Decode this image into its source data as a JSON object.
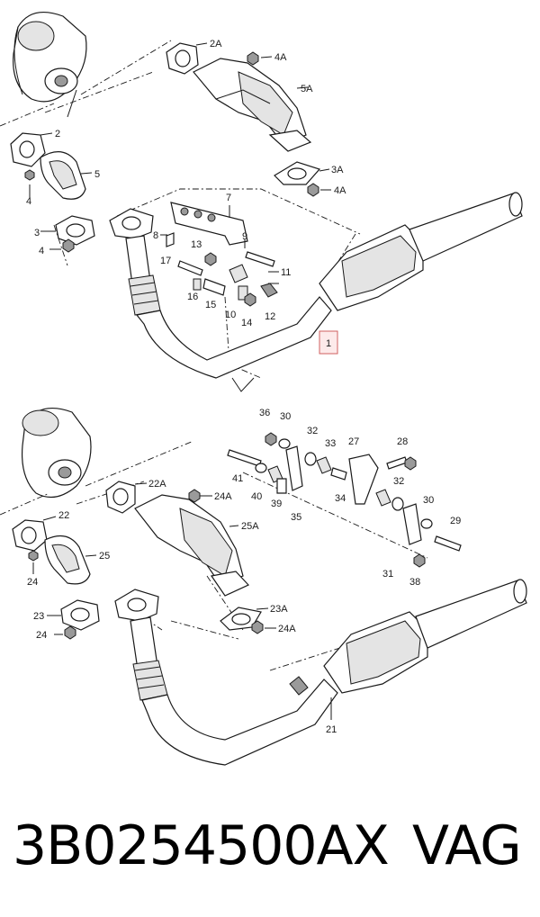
{
  "top_labels": {
    "l2A": "2A",
    "l4A_a": "4A",
    "l5A": "5A",
    "l2": "2",
    "l5": "5",
    "l4_a": "4",
    "l3A": "3A",
    "l4A_b": "4A",
    "l3": "3",
    "l4_b": "4",
    "l7": "7",
    "l8": "8",
    "l9": "9",
    "l13": "13",
    "l17": "17",
    "l16": "16",
    "l15": "15",
    "l10": "10",
    "l14": "14",
    "l11": "11",
    "l12": "12",
    "l1": "1"
  },
  "bottom_labels": {
    "l36": "36",
    "l30_a": "30",
    "l32_a": "32",
    "l33": "33",
    "l27": "27",
    "l28": "28",
    "l41": "41",
    "l40": "40",
    "l39": "39",
    "l34": "34",
    "l35": "35",
    "l32_b": "32",
    "l30_b": "30",
    "l29": "29",
    "l31": "31",
    "l38": "38",
    "l22A": "22A",
    "l24A_a": "24A",
    "l22": "22",
    "l25A": "25A",
    "l25": "25",
    "l24_a": "24",
    "l23A": "23A",
    "l24A_b": "24A",
    "l23": "23",
    "l24_b": "24",
    "l21": "21"
  },
  "footer": {
    "part_number": "3B0254500AX",
    "brand": "VAG"
  },
  "colors": {
    "highlight_box": "#d06060",
    "line": "#1a1a1a"
  }
}
